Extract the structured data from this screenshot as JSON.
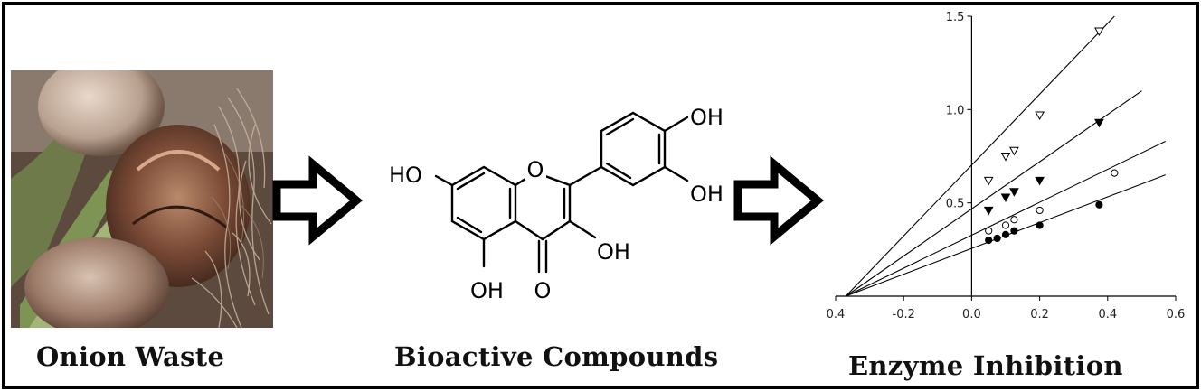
{
  "captions": {
    "source": "Onion Waste",
    "compounds": "Bioactive Compounds",
    "result": "Enzyme Inhibition"
  },
  "molecule": {
    "labels": {
      "oh_top": "OH",
      "oh_right": "OH",
      "oh_left": "HO",
      "oh_c3": "OH",
      "oh_bottom": "OH",
      "ring_o": "O",
      "keto_o": "O"
    }
  },
  "chart_data": {
    "type": "scatter",
    "title": "",
    "xlabel": "",
    "ylabel": "",
    "xlim": [
      -0.4,
      0.6
    ],
    "ylim": [
      0,
      1.5
    ],
    "xticks": [
      "0.4",
      "-0.2",
      "0.0",
      "0.2",
      "0.4",
      "0.6"
    ],
    "yticks": [
      "0.5",
      "1.0",
      "1.5"
    ],
    "grid": false,
    "series": [
      {
        "marker": "open-triangle-down",
        "x": [
          0.05,
          0.1,
          0.125,
          0.2,
          0.375
        ],
        "y": [
          0.62,
          0.75,
          0.78,
          0.97,
          1.42
        ],
        "fit": [
          [
            -0.37,
            0.0
          ],
          [
            0.42,
            1.5
          ]
        ]
      },
      {
        "marker": "filled-triangle-down",
        "x": [
          0.05,
          0.1,
          0.125,
          0.2,
          0.375
        ],
        "y": [
          0.46,
          0.53,
          0.56,
          0.62,
          0.93
        ],
        "fit": [
          [
            -0.37,
            0.0
          ],
          [
            0.5,
            1.1
          ]
        ]
      },
      {
        "marker": "open-circle",
        "x": [
          0.05,
          0.1,
          0.125,
          0.2,
          0.42
        ],
        "y": [
          0.35,
          0.38,
          0.41,
          0.46,
          0.66
        ],
        "fit": [
          [
            -0.37,
            0.0
          ],
          [
            0.57,
            0.83
          ]
        ]
      },
      {
        "marker": "filled-circle",
        "x": [
          0.05,
          0.075,
          0.1,
          0.125,
          0.2,
          0.375
        ],
        "y": [
          0.3,
          0.31,
          0.33,
          0.35,
          0.38,
          0.49
        ],
        "fit": [
          [
            -0.37,
            0.0
          ],
          [
            0.57,
            0.65
          ]
        ]
      }
    ]
  }
}
